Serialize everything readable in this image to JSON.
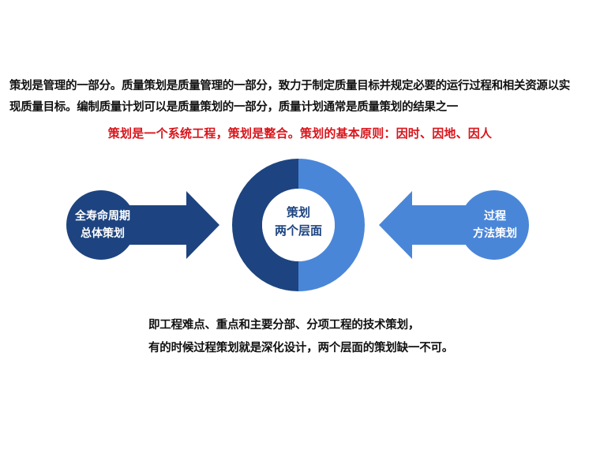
{
  "intro": {
    "line1": "策划是管理的一部分。质量策划是质量管理的一部分，致力于制定质量目标并规定必要的运行过程和相关资源以实",
    "line2": "现质量目标。编制质量计划可以是质量策划的一部分，质量计划通常是质量策划的结果之一"
  },
  "principle": "策划是一个系统工程，策划是整合。策划的基本原则：因时、因地、因人",
  "center": {
    "line1": "策划",
    "line2": "两个层面"
  },
  "left_arrow": {
    "line1": "全寿命周期",
    "line2": "总体策划"
  },
  "right_arrow": {
    "line1": "过程",
    "line2": "方法策划"
  },
  "footer": {
    "line1": "即工程难点、重点和主要分部、分项工程的技术策划，",
    "line2": "有的时候过程策划就是深化设计，两个层面的策划缺一不可。"
  },
  "colors": {
    "dark_blue": "#1d4480",
    "light_blue": "#4a86d8",
    "principle_red": "#d9141b"
  }
}
